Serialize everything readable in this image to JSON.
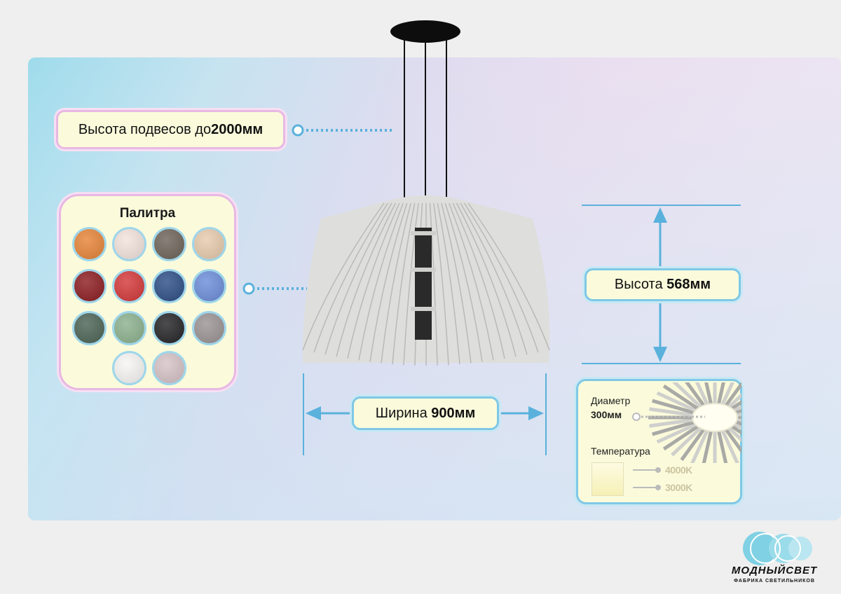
{
  "callouts": {
    "suspension_prefix": "Высота подвесов до ",
    "suspension_value": "2000мм",
    "height_prefix": "Высота ",
    "height_value": "568мм",
    "width_prefix": "Ширина ",
    "width_value": "900мм"
  },
  "palette": {
    "title": "Палитра",
    "swatches": [
      "#e7853a",
      "#f3e3dc",
      "#6e645a",
      "#e7cbad",
      "#8d1e22",
      "#d4393a",
      "#2e4f86",
      "#6d8ed9",
      "#4d6456",
      "#8db28f",
      "#252528",
      "#9c9495",
      "#f7f6f4",
      "#d6c3c6"
    ]
  },
  "specs": {
    "diameter_label": "Диаметр",
    "diameter_value": "300мм",
    "temperature_label": "Температура",
    "temp_options": [
      "4000K",
      "3000K"
    ]
  },
  "logo": {
    "name": "МОДНЫЙСВЕТ",
    "subtitle": "ФАБРИКА СВЕТИЛЬНИКОВ"
  },
  "colors": {
    "label_fill": "#fbfbdc",
    "pink_frame": "#e8b8e3",
    "blue_frame": "#7fc8e6",
    "dimension_line": "#5ab1dc",
    "lamp_shade": "#e2e2e0"
  }
}
